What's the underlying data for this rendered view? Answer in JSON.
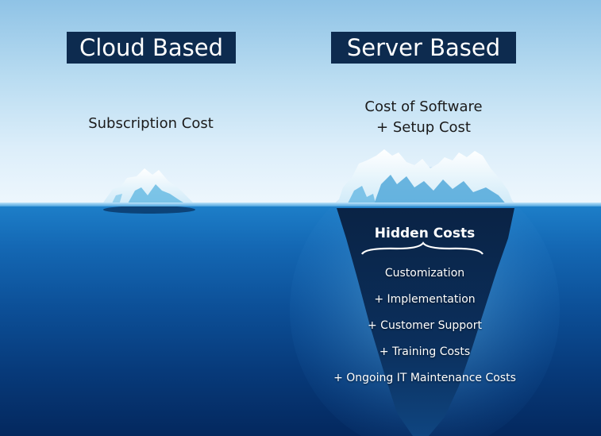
{
  "cloud": {
    "heading": "Cloud Based",
    "caption": "Subscription Cost"
  },
  "server": {
    "heading": "Server Based",
    "caption_line1": "Cost of Software",
    "caption_line2": "+ Setup Cost",
    "hidden_title": "Hidden Costs",
    "hidden_items": [
      "Customization",
      "+ Implementation",
      "+ Customer Support",
      "+ Training Costs",
      "+ Ongoing IT Maintenance Costs"
    ]
  },
  "colors": {
    "heading_bg": "#0d2b4f",
    "sky": "#b9dcf1",
    "sea": "#0c4f97",
    "ice": "#e8f6fd"
  }
}
